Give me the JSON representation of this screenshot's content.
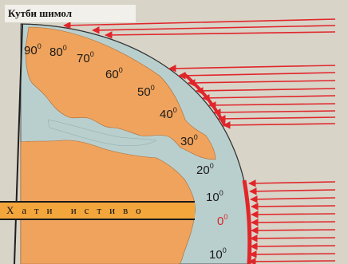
{
  "title": "Кутби шимол",
  "equator_label": "Хати истиво",
  "latitudes": {
    "l90": "90",
    "l80": "80",
    "l70": "70",
    "l60": "60",
    "l50": "50",
    "l40": "40",
    "l30": "30",
    "l20": "20",
    "l10n": "10",
    "l0": "0",
    "l10s": "10"
  },
  "degree_symbol": "0",
  "colors": {
    "land": "#f0a35c",
    "ocean": "#b9cfcd",
    "page": "#d9d4c8",
    "arrow": "#e0262b",
    "equator_band": "#f3a63b"
  }
}
